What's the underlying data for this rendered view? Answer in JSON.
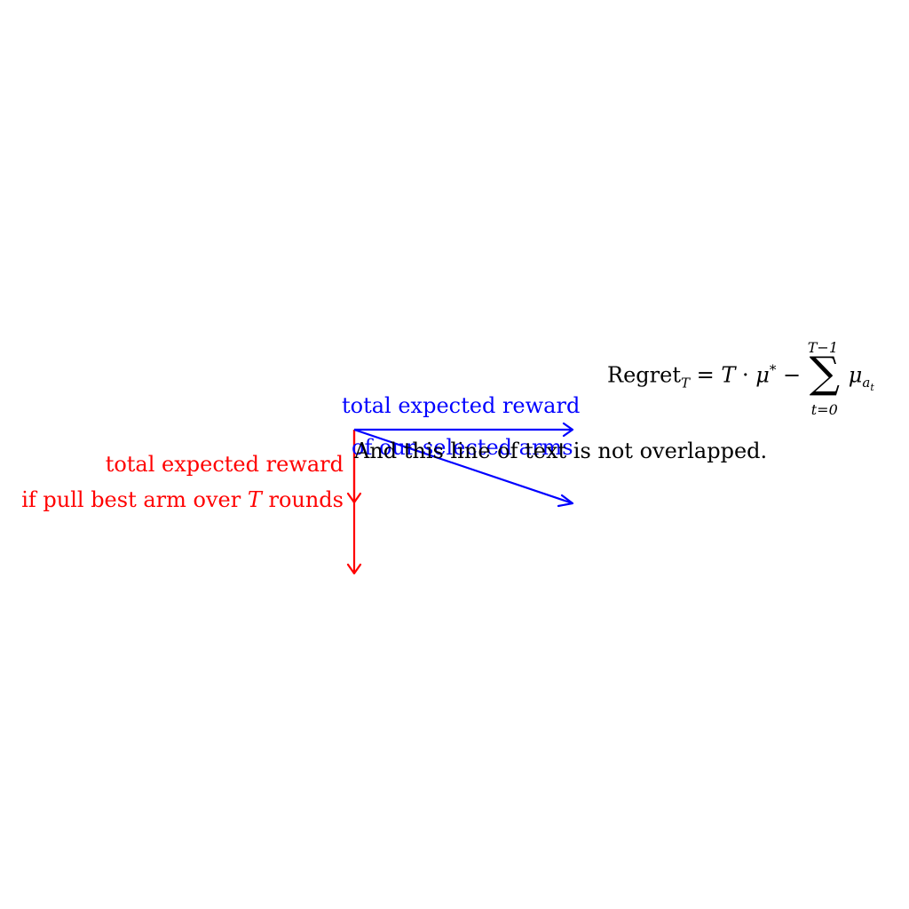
{
  "colors": {
    "red": "#ff0000",
    "blue": "#0000ff",
    "black": "#000000"
  },
  "red_label": {
    "line1": "total expected reward",
    "line2_prefix": "if pull best arm over ",
    "line2_var": "T",
    "line2_suffix": " rounds"
  },
  "blue_label": {
    "line1": "total expected reward",
    "line2": "of our selected arms"
  },
  "note": "And this line of text is not overlapped.",
  "formula": {
    "regret_word": "Regret",
    "regret_sub": "T",
    "equals": " = ",
    "T": "T",
    "dot": " · ",
    "mu": "μ",
    "mu_sup": "*",
    "minus": " − ",
    "sum_symbol": "∑",
    "sum_upper": "T−1",
    "sum_lower": "t=0",
    "mu2": "μ",
    "mu2_sub_a": "a",
    "mu2_sub_t": "t"
  }
}
